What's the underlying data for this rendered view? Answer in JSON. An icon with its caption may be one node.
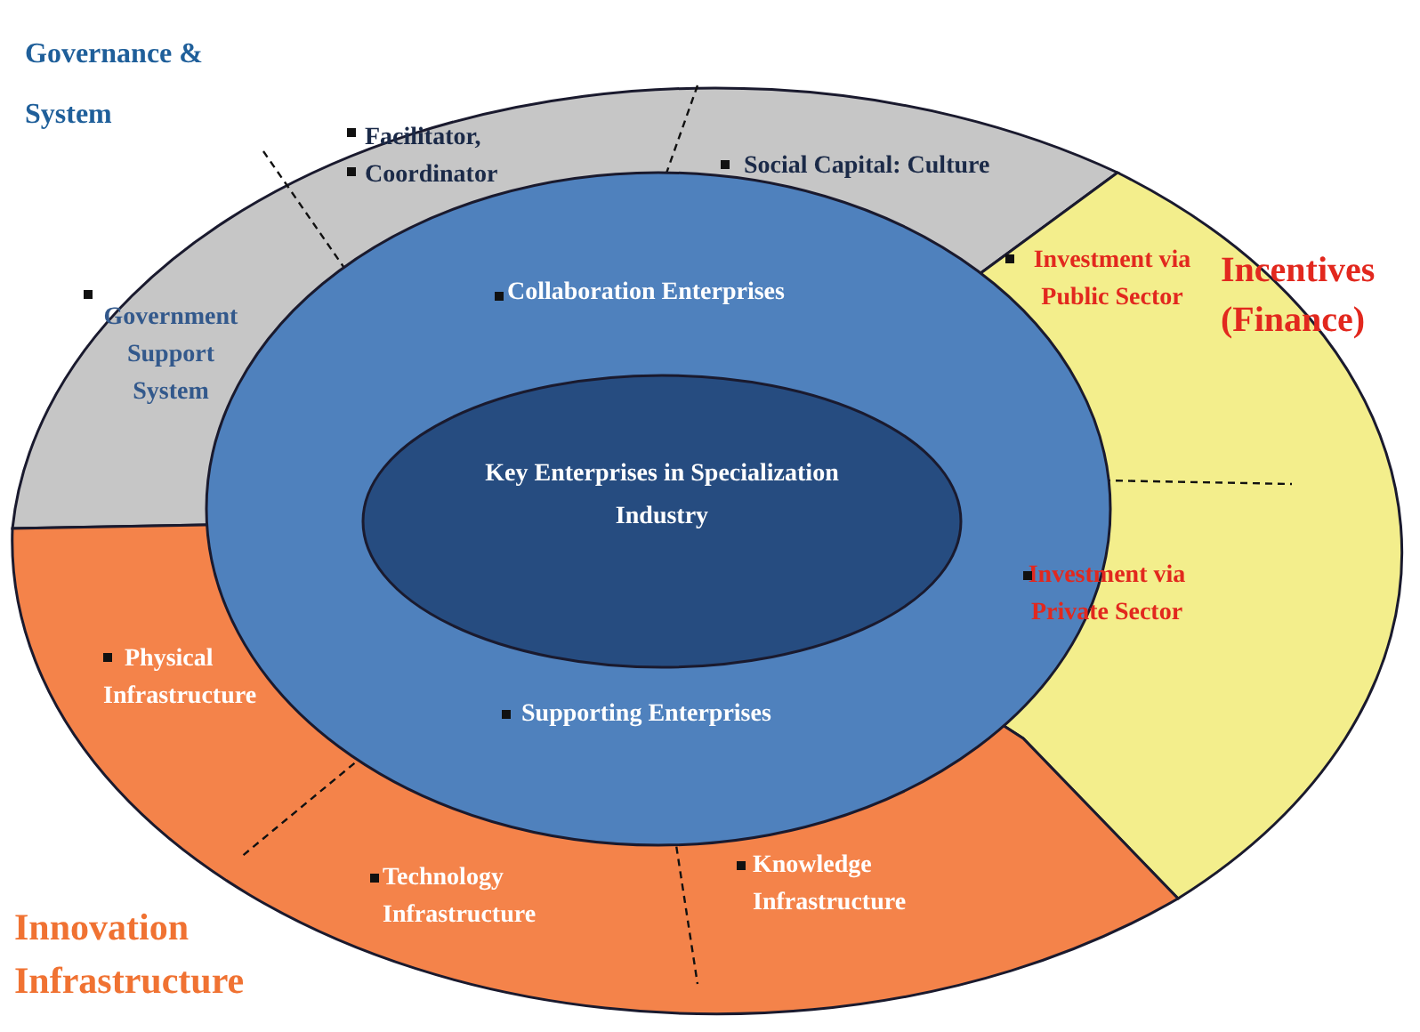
{
  "diagram": {
    "nodes": [
      {
        "text": [
          "Governance & System"
        ]
      },
      {
        "text": [
          "Government Support System"
        ],
        "in": 0
      },
      {
        "text": [
          "Facilitator, Coordinator"
        ],
        "in": 0
      },
      {
        "text": [
          "Social Capital: Culture"
        ],
        "in": 0
      },
      {
        "text": [
          "Incentives (Finance)"
        ]
      },
      {
        "text": [
          "Investment via Public Sector"
        ],
        "in": 4
      },
      {
        "text": [
          "Investment via Private Sector"
        ],
        "in": 4
      },
      {
        "text": [
          "Innovation Infrastructure"
        ]
      },
      {
        "text": [
          "Physical Infrastructure"
        ],
        "in": 7
      },
      {
        "text": [
          "Technology Infrastructure"
        ],
        "in": 7
      },
      {
        "text": [
          "Knowledge Infrastructure"
        ],
        "in": 7
      },
      {
        "text": [
          "Collaboration Enterprises",
          "Supporting Enterprises"
        ]
      },
      {
        "text": [
          "Key Enterprises in Specialization Industry"
        ],
        "in": 11
      }
    ]
  }
}
